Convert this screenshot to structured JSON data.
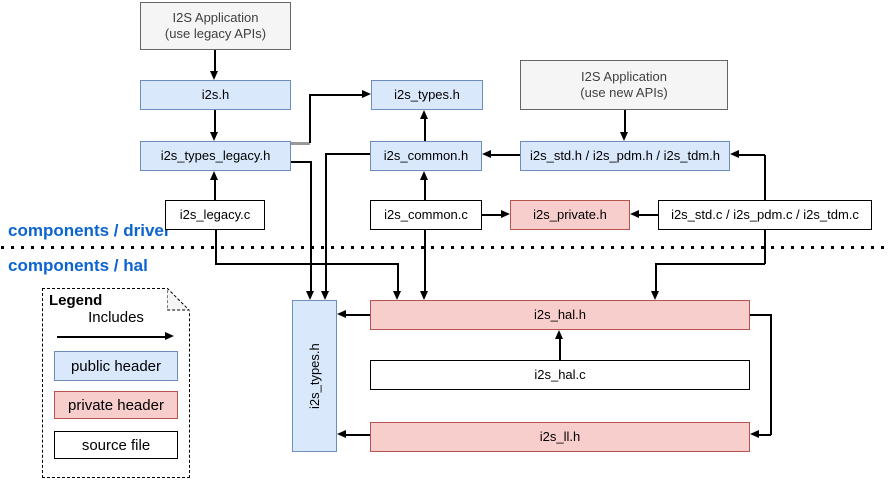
{
  "sections": {
    "driver": "components / driver",
    "hal": "components / hal"
  },
  "nodes": {
    "app_legacy": {
      "line1": "I2S Application",
      "line2": "(use legacy APIs)",
      "kind": "application"
    },
    "i2s_h": {
      "label": "i2s.h",
      "kind": "public-header"
    },
    "i2s_types_legacy_h": {
      "label": "i2s_types_legacy.h",
      "kind": "public-header"
    },
    "i2s_legacy_c": {
      "label": "i2s_legacy.c",
      "kind": "source-file"
    },
    "i2s_types_h_driver": {
      "label": "i2s_types.h",
      "kind": "public-header"
    },
    "i2s_common_h": {
      "label": "i2s_common.h",
      "kind": "public-header"
    },
    "i2s_common_c": {
      "label": "i2s_common.c",
      "kind": "source-file"
    },
    "i2s_private_h": {
      "label": "i2s_private.h",
      "kind": "private-header"
    },
    "app_new": {
      "line1": "I2S Application",
      "line2": "(use new APIs)",
      "kind": "application"
    },
    "i2s_std_pdm_tdm_h": {
      "label": "i2s_std.h / i2s_pdm.h / i2s_tdm.h",
      "kind": "public-header"
    },
    "i2s_std_pdm_tdm_c": {
      "label": "i2s_std.c / i2s_pdm.c / i2s_tdm.c",
      "kind": "source-file"
    },
    "i2s_types_h_hal": {
      "label": "i2s_types.h",
      "kind": "public-header"
    },
    "i2s_hal_h": {
      "label": "i2s_hal.h",
      "kind": "private-header"
    },
    "i2s_hal_c": {
      "label": "i2s_hal.c",
      "kind": "source-file"
    },
    "i2s_ll_h": {
      "label": "i2s_ll.h",
      "kind": "private-header"
    }
  },
  "edges": [
    {
      "from": "app_legacy",
      "to": "i2s_h",
      "relation": "includes"
    },
    {
      "from": "i2s_h",
      "to": "i2s_types_legacy_h",
      "relation": "includes"
    },
    {
      "from": "i2s_legacy_c",
      "to": "i2s_types_legacy_h",
      "relation": "includes"
    },
    {
      "from": "i2s_types_legacy_h",
      "to": "i2s_types_h_driver",
      "relation": "includes"
    },
    {
      "from": "i2s_common_h",
      "to": "i2s_types_h_driver",
      "relation": "includes"
    },
    {
      "from": "i2s_common_c",
      "to": "i2s_common_h",
      "relation": "includes"
    },
    {
      "from": "app_new",
      "to": "i2s_std_pdm_tdm_h",
      "relation": "includes"
    },
    {
      "from": "i2s_std_pdm_tdm_h",
      "to": "i2s_common_h",
      "relation": "includes"
    },
    {
      "from": "i2s_std_pdm_tdm_c",
      "to": "i2s_std_pdm_tdm_h",
      "relation": "includes"
    },
    {
      "from": "i2s_common_c",
      "to": "i2s_private_h",
      "relation": "includes"
    },
    {
      "from": "i2s_std_pdm_tdm_c",
      "to": "i2s_private_h",
      "relation": "includes"
    },
    {
      "from": "i2s_legacy_c",
      "to": "i2s_hal_h",
      "relation": "includes"
    },
    {
      "from": "i2s_common_c",
      "to": "i2s_hal_h",
      "relation": "includes"
    },
    {
      "from": "i2s_std_pdm_tdm_c",
      "to": "i2s_hal_h",
      "relation": "includes"
    },
    {
      "from": "i2s_types_legacy_h",
      "to": "i2s_types_h_hal",
      "relation": "includes"
    },
    {
      "from": "i2s_common_h",
      "to": "i2s_types_h_hal",
      "relation": "includes"
    },
    {
      "from": "i2s_hal_h",
      "to": "i2s_types_h_hal",
      "relation": "includes"
    },
    {
      "from": "i2s_ll_h",
      "to": "i2s_types_h_hal",
      "relation": "includes"
    },
    {
      "from": "i2s_hal_c",
      "to": "i2s_hal_h",
      "relation": "includes"
    },
    {
      "from": "i2s_hal_h",
      "to": "i2s_ll_h",
      "relation": "includes"
    }
  ],
  "legend": {
    "title": "Legend",
    "includes_label": "Includes",
    "public_header": "public header",
    "private_header": "private header",
    "source_file": "source file"
  },
  "colors": {
    "public_header_fill": "#dae8fc",
    "public_header_border": "#6c8ebf",
    "private_header_fill": "#f8cecc",
    "private_header_border": "#b85450",
    "application_fill": "#f5f5f5",
    "application_border": "#666666",
    "source_file_fill": "#ffffff",
    "source_file_border": "#000000",
    "section_label_text": "#0c64d0",
    "connector": "#000000"
  }
}
